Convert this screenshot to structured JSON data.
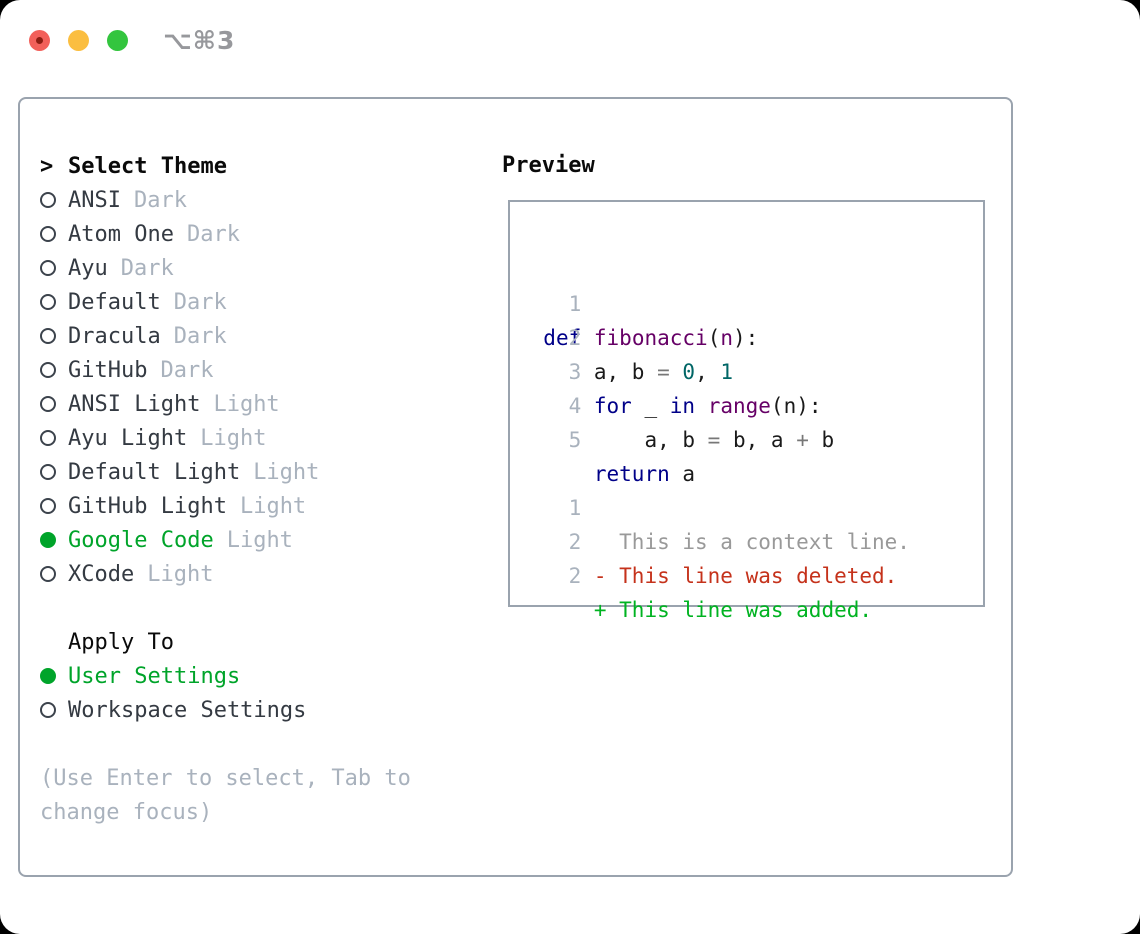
{
  "window": {
    "shortcut_label": "⌥⌘3"
  },
  "colors": {
    "ui_selected_green": "#00a42a",
    "border_gray": "#9aa3ae",
    "muted_gray": "#a9b2bd",
    "keyword_blue": "#000088",
    "title_purple": "#660066",
    "number_teal": "#006666",
    "diff_red": "#c5321b",
    "diff_green": "#00b321",
    "traffic_red": "#f2605a",
    "traffic_yellow": "#fbbe40",
    "traffic_green": "#33c53e"
  },
  "theme_panel": {
    "header_caret": ">",
    "header_label": "Select Theme",
    "items": [
      {
        "label": "ANSI",
        "variant": "Dark",
        "selected": false
      },
      {
        "label": "Atom One",
        "variant": "Dark",
        "selected": false
      },
      {
        "label": "Ayu",
        "variant": "Dark",
        "selected": false
      },
      {
        "label": "Default",
        "variant": "Dark",
        "selected": false
      },
      {
        "label": "Dracula",
        "variant": "Dark",
        "selected": false
      },
      {
        "label": "GitHub",
        "variant": "Dark",
        "selected": false
      },
      {
        "label": "ANSI Light",
        "variant": "Light",
        "selected": false
      },
      {
        "label": "Ayu Light",
        "variant": "Light",
        "selected": false
      },
      {
        "label": "Default Light",
        "variant": "Light",
        "selected": false
      },
      {
        "label": "GitHub Light",
        "variant": "Light",
        "selected": false
      },
      {
        "label": "Google Code",
        "variant": "Light",
        "selected": true
      },
      {
        "label": "XCode",
        "variant": "Light",
        "selected": false
      }
    ],
    "apply_to": {
      "header": "Apply To",
      "options": [
        {
          "label": "User Settings",
          "selected": true
        },
        {
          "label": "Workspace Settings",
          "selected": false
        }
      ]
    },
    "hint_lines": [
      "(Use Enter to select, Tab to",
      "change focus)"
    ]
  },
  "preview": {
    "title": "Preview",
    "code_lines": [
      {
        "num": "1",
        "tokens": [
          {
            "t": "def",
            "c": "kw"
          },
          {
            "t": " ",
            "c": "pl"
          },
          {
            "t": "fibonacci",
            "c": "fn"
          },
          {
            "t": "(",
            "c": "pl"
          },
          {
            "t": "n",
            "c": "fn"
          },
          {
            "t": "):",
            "c": "pl"
          }
        ]
      },
      {
        "num": "2",
        "tokens": [
          {
            "t": "    a, b ",
            "c": "pl"
          },
          {
            "t": "=",
            "c": "op"
          },
          {
            "t": " ",
            "c": "pl"
          },
          {
            "t": "0",
            "c": "nm"
          },
          {
            "t": ", ",
            "c": "pl"
          },
          {
            "t": "1",
            "c": "nm"
          }
        ]
      },
      {
        "num": "3",
        "tokens": [
          {
            "t": "    ",
            "c": "pl"
          },
          {
            "t": "for",
            "c": "kw"
          },
          {
            "t": " _ ",
            "c": "pl"
          },
          {
            "t": "in",
            "c": "kw"
          },
          {
            "t": " ",
            "c": "pl"
          },
          {
            "t": "range",
            "c": "fn"
          },
          {
            "t": "(n):",
            "c": "pl"
          }
        ]
      },
      {
        "num": "4",
        "tokens": [
          {
            "t": "        a, b ",
            "c": "pl"
          },
          {
            "t": "=",
            "c": "op"
          },
          {
            "t": " b, a ",
            "c": "pl"
          },
          {
            "t": "+",
            "c": "op"
          },
          {
            "t": " b",
            "c": "pl"
          }
        ]
      },
      {
        "num": "5",
        "tokens": [
          {
            "t": "    ",
            "c": "pl"
          },
          {
            "t": "return",
            "c": "kw"
          },
          {
            "t": " a",
            "c": "pl"
          }
        ]
      }
    ],
    "diff_lines": [
      {
        "num": "1",
        "tokens": [
          {
            "t": "      This is a context line.",
            "c": "ctx"
          }
        ]
      },
      {
        "num": "2",
        "tokens": [
          {
            "t": "    ",
            "c": "pl"
          },
          {
            "t": "- This line was deleted.",
            "c": "del"
          }
        ]
      },
      {
        "num": "2",
        "tokens": [
          {
            "t": "    ",
            "c": "pl"
          },
          {
            "t": "+ This line was added.",
            "c": "add"
          }
        ]
      }
    ]
  }
}
